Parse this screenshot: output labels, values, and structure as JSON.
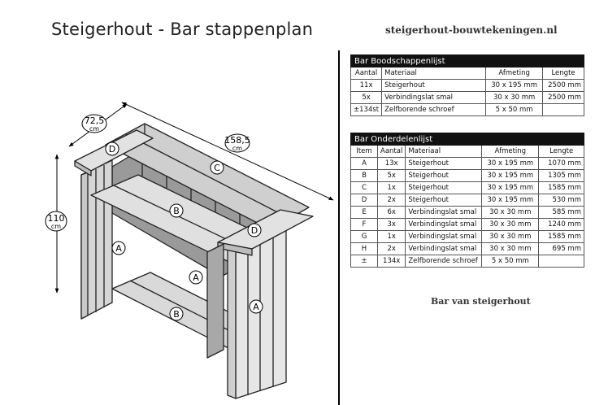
{
  "page_title": "Steigerhout - Bar stappenplan",
  "website": "steigerhout-bouwtekeningen.nl",
  "drawing": {
    "depth": {
      "value": "72,5",
      "unit": "cm"
    },
    "width": {
      "value": "158,5",
      "unit": "cm"
    },
    "height": {
      "value": "110",
      "unit": "cm"
    },
    "labels": {
      "a": "A",
      "b": "B",
      "c": "C",
      "d": "D"
    }
  },
  "shopping_list": {
    "title_prefix": "Bar",
    "title": "Boodschappenlijst",
    "columns": [
      "Aantal",
      "Materiaal",
      "Afmeting",
      "Lengte"
    ],
    "rows": [
      {
        "aantal": "11x",
        "materiaal": "Steigerhout",
        "afmeting": "30 x 195 mm",
        "lengte": "2500 mm"
      },
      {
        "aantal": "5x",
        "materiaal": "Verbindingslat smal",
        "afmeting": "30 x 30 mm",
        "lengte": "2500 mm"
      },
      {
        "aantal": "±134st",
        "materiaal": "Zelfborende schroef",
        "afmeting": "5 x 50 mm",
        "lengte": ""
      }
    ]
  },
  "parts_list": {
    "title_prefix": "Bar",
    "title": "Onderdelenlijst",
    "columns": [
      "Item",
      "Aantal",
      "Materiaal",
      "Afmeting",
      "Lengte"
    ],
    "rows": [
      {
        "item": "A",
        "aantal": "13x",
        "materiaal": "Steigerhout",
        "afmeting": "30 x 195 mm",
        "lengte": "1070 mm"
      },
      {
        "item": "B",
        "aantal": "5x",
        "materiaal": "Steigerhout",
        "afmeting": "30 x 195 mm",
        "lengte": "1305 mm"
      },
      {
        "item": "C",
        "aantal": "1x",
        "materiaal": "Steigerhout",
        "afmeting": "30 x 195 mm",
        "lengte": "1585 mm"
      },
      {
        "item": "D",
        "aantal": "2x",
        "materiaal": "Steigerhout",
        "afmeting": "30 x 195 mm",
        "lengte": "530 mm"
      },
      {
        "item": "E",
        "aantal": "6x",
        "materiaal": "Verbindingslat smal",
        "afmeting": "30 x 30 mm",
        "lengte": "585 mm"
      },
      {
        "item": "F",
        "aantal": "3x",
        "materiaal": "Verbindingslat smal",
        "afmeting": "30 x 30 mm",
        "lengte": "1240 mm"
      },
      {
        "item": "G",
        "aantal": "1x",
        "materiaal": "Verbindingslat smal",
        "afmeting": "30 x 30 mm",
        "lengte": "1585 mm"
      },
      {
        "item": "H",
        "aantal": "2x",
        "materiaal": "Verbindingslat smal",
        "afmeting": "30 x 30 mm",
        "lengte": "695 mm"
      },
      {
        "item": "±",
        "aantal": "134x",
        "materiaal": "Zelfborende schroef",
        "afmeting": "5 x 50 mm",
        "lengte": ""
      }
    ]
  },
  "caption": "Bar van steigerhout"
}
